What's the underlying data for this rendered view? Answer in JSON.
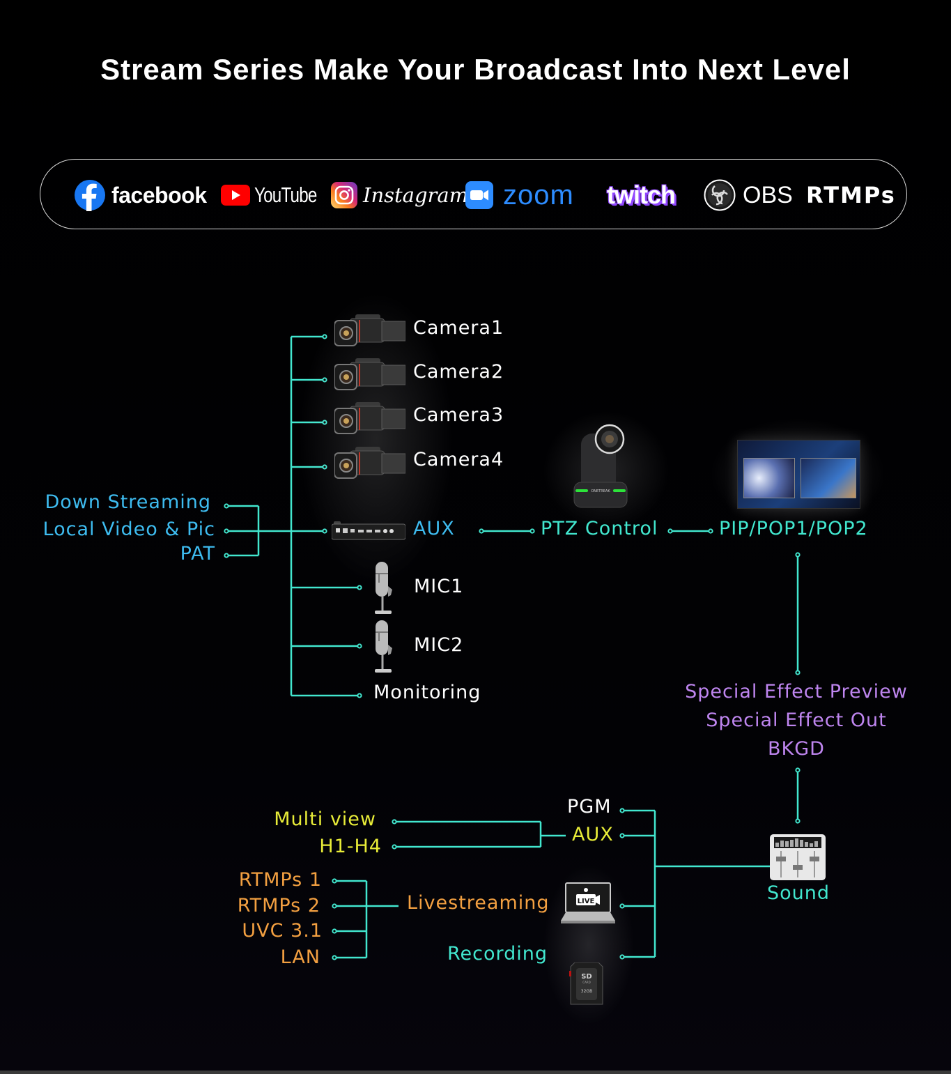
{
  "title": "Stream Series Make Your Broadcast Into Next Level",
  "platforms": [
    {
      "name": "facebook",
      "icon": "facebook-icon",
      "color": "#1877f2"
    },
    {
      "name": "YouTube",
      "icon": "youtube-icon",
      "color": "#ff0000"
    },
    {
      "name": "Instagram",
      "icon": "instagram-icon",
      "color": "#d6249f"
    },
    {
      "name": "zoom",
      "icon": "zoom-icon",
      "color": "#2d8cff"
    },
    {
      "name": "twitch",
      "icon": "twitch-icon",
      "color": "#9146ff"
    },
    {
      "name": "OBS",
      "icon": "obs-icon",
      "color": "#ffffff"
    },
    {
      "name": "RTMPs",
      "icon": "",
      "color": "#ffffff"
    }
  ],
  "inputs": {
    "cameras": [
      "Camera1",
      "Camera2",
      "Camera3",
      "Camera4"
    ],
    "aux": "AUX",
    "mics": [
      "MIC1",
      "MIC2"
    ],
    "monitoring": "Monitoring",
    "left_sources": [
      "Down Streaming",
      "Local Video & Pic",
      "PAT"
    ]
  },
  "middle": {
    "ptz": "PTZ Control",
    "pip": "PIP/POP1/POP2"
  },
  "effects": [
    "Special Effect Preview",
    "Special Effect Out",
    "BKGD"
  ],
  "outputs": {
    "pgm": "PGM",
    "aux": "AUX",
    "multiview": [
      "Multi view",
      "H1-H4"
    ],
    "livestreaming": "Livestreaming",
    "stream_targets": [
      "RTMPs 1",
      "RTMPs 2",
      "UVC 3.1",
      "LAN"
    ],
    "recording": "Recording",
    "sound": "Sound",
    "laptop_badge": "LIVE",
    "sd_card": {
      "label": "SD",
      "sub": "CARD",
      "capacity": "32GB"
    },
    "ptz_brand": "ONETREAK"
  },
  "colors": {
    "line": "#42e7cf",
    "source_blue": "#3ebcf0",
    "effect_purple": "#bf86f0",
    "multiview_yellow": "#e8ec38",
    "stream_orange": "#f3a041"
  }
}
